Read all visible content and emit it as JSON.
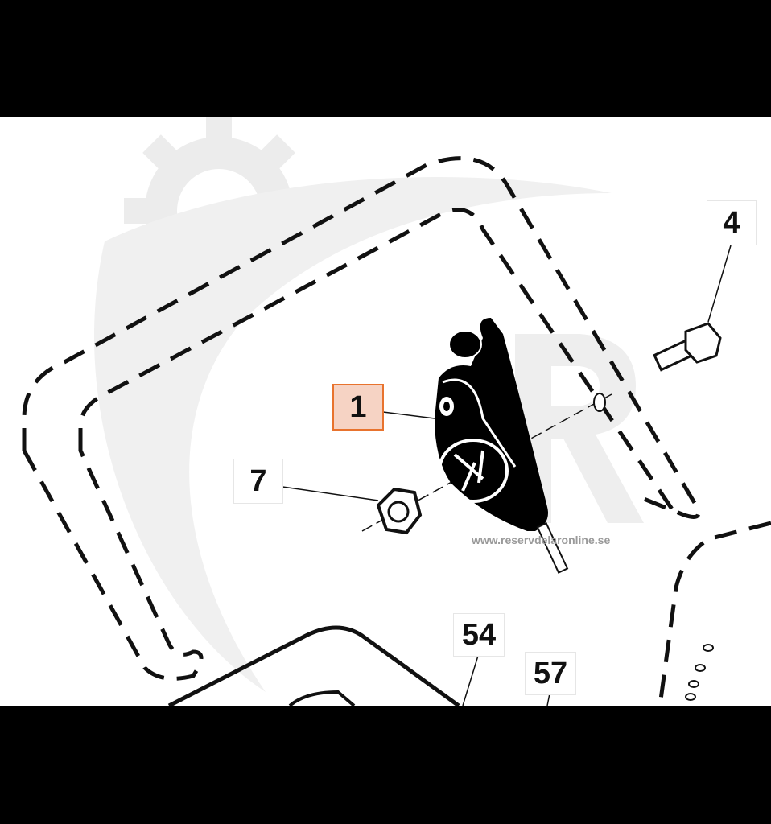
{
  "diagram": {
    "callouts": [
      {
        "label": "1",
        "selected": true
      },
      {
        "label": "4",
        "selected": false
      },
      {
        "label": "7",
        "selected": false
      },
      {
        "label": "54",
        "selected": false
      },
      {
        "label": "57",
        "selected": false
      }
    ],
    "watermark_text": "www.reservdelaronline.se",
    "highlight_color": "#e8732e",
    "highlight_fill": "#f6d3c4"
  }
}
